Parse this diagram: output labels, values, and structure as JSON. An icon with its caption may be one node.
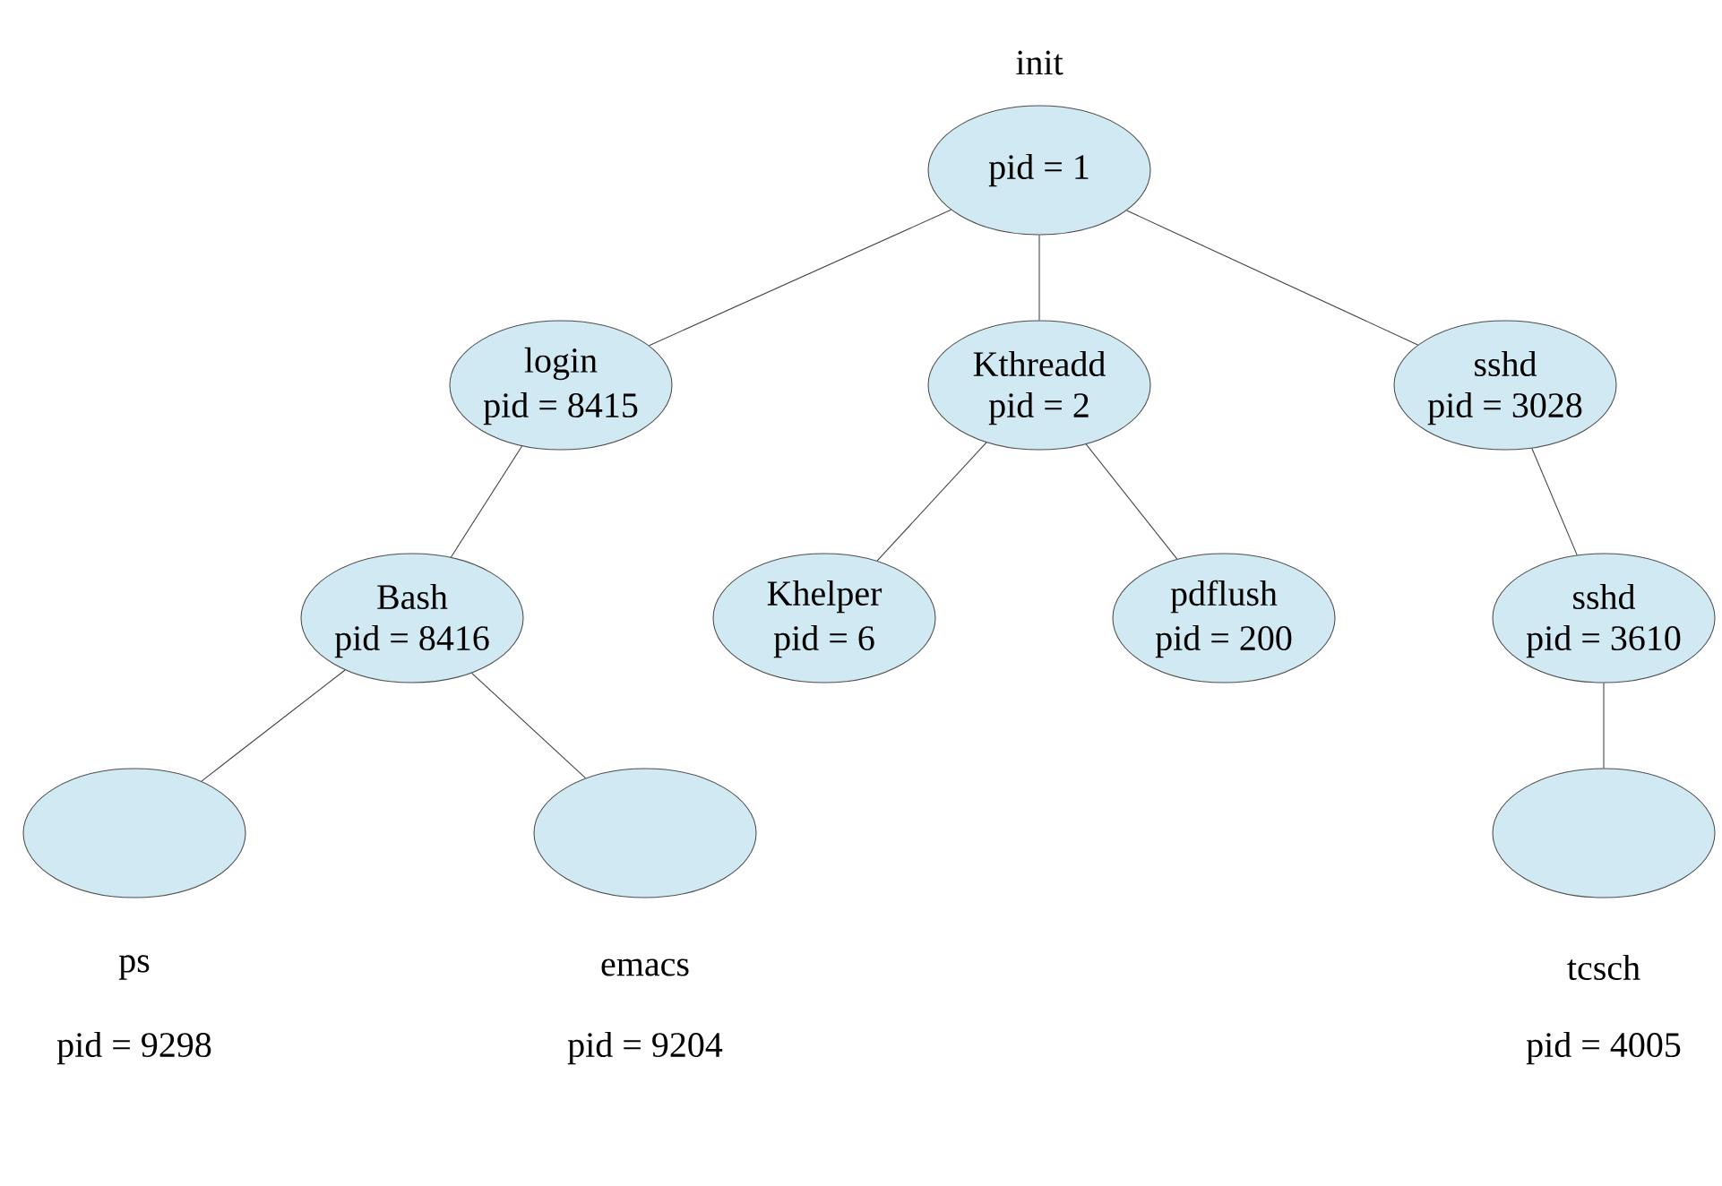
{
  "diagram": {
    "nodes": [
      {
        "text": [
          "init",
          "pid = 1"
        ]
      },
      {
        "text": [
          "login",
          "pid = 8415"
        ]
      },
      {
        "text": [
          "Kthreadd",
          "pid = 2"
        ]
      },
      {
        "text": [
          "sshd",
          "pid = 3028"
        ]
      },
      {
        "text": [
          "Bash",
          "pid = 8416"
        ]
      },
      {
        "text": [
          "Khelper",
          "pid = 6"
        ]
      },
      {
        "text": [
          "pdflush",
          "pid = 200"
        ]
      },
      {
        "text": [
          "sshd",
          "pid = 3610"
        ]
      },
      {
        "text": [
          "ps",
          "pid = 9298"
        ]
      },
      {
        "text": [
          "emacs",
          "pid = 9204"
        ]
      },
      {
        "text": [
          "tcsch",
          "pid = 4005"
        ]
      }
    ],
    "edges": [
      {
        "from": 0,
        "to": 1,
        "arrow": "none"
      },
      {
        "from": 0,
        "to": 2,
        "arrow": "none"
      },
      {
        "from": 0,
        "to": 3,
        "arrow": "none"
      },
      {
        "from": 1,
        "to": 4,
        "arrow": "none"
      },
      {
        "from": 2,
        "to": 5,
        "arrow": "none"
      },
      {
        "from": 2,
        "to": 6,
        "arrow": "none"
      },
      {
        "from": 3,
        "to": 7,
        "arrow": "none"
      },
      {
        "from": 4,
        "to": 8,
        "arrow": "none"
      },
      {
        "from": 4,
        "to": 9,
        "arrow": "none"
      },
      {
        "from": 7,
        "to": 10,
        "arrow": "none"
      }
    ]
  }
}
